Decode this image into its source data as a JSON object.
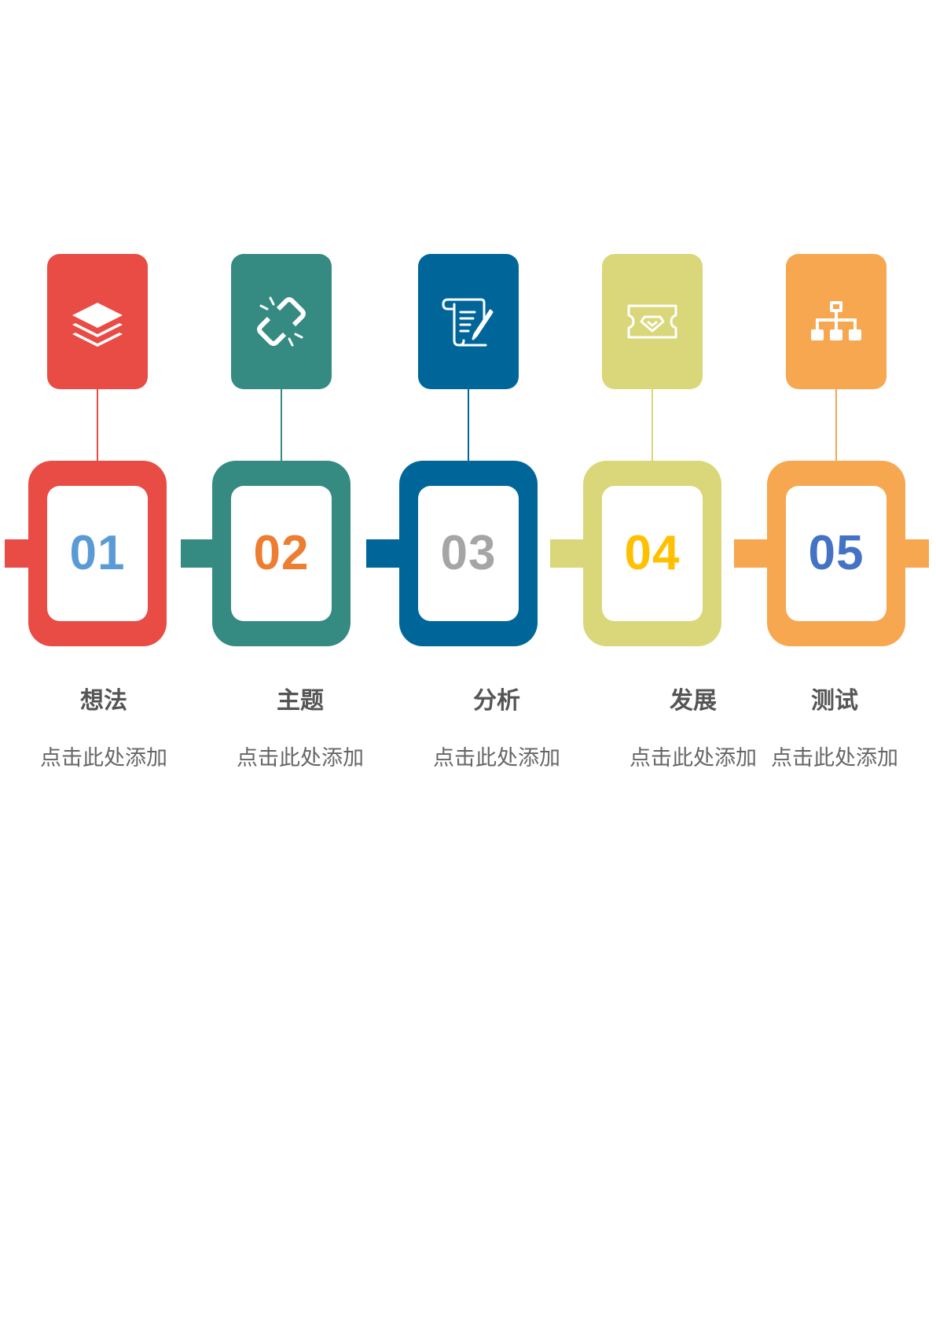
{
  "steps": [
    {
      "number": "01",
      "title": "想法",
      "description": "点击此处添加",
      "color": "#E94B45",
      "number_color": "#5B9BD5",
      "icon": "layers-icon"
    },
    {
      "number": "02",
      "title": "主题",
      "description": "点击此处添加",
      "color": "#358A82",
      "number_color": "#ED7D31",
      "icon": "broken-link-icon"
    },
    {
      "number": "03",
      "title": "分析",
      "description": "点击此处添加",
      "color": "#006699",
      "number_color": "#A5A5A5",
      "icon": "scroll-document-icon"
    },
    {
      "number": "04",
      "title": "发展",
      "description": "点击此处添加",
      "color": "#D9D779",
      "number_color": "#FFC000",
      "icon": "ticket-diamond-icon"
    },
    {
      "number": "05",
      "title": "测试",
      "description": "点击此处添加",
      "color": "#F6A74F",
      "number_color": "#4472C4",
      "icon": "sitemap-icon"
    }
  ]
}
